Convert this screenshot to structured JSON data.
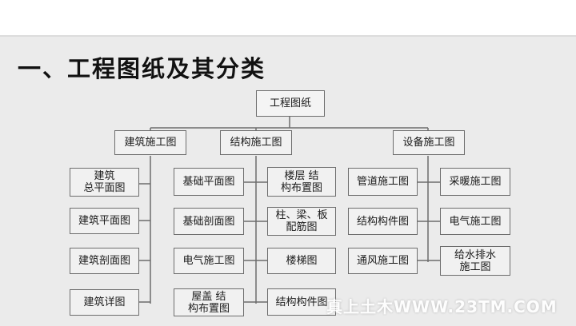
{
  "title": "一、工程图纸及其分类",
  "diagram": {
    "root": "工程图纸",
    "groups": [
      {
        "label": "建筑施工图",
        "children": [
          "建筑\n总平面图",
          "建筑平面图",
          "建筑剖面图",
          "建筑详图"
        ]
      },
      {
        "label": "结构施工图",
        "children_left": [
          "基础平面图",
          "基础剖面图",
          "电气施工图",
          "屋盖 结\n构布置图"
        ],
        "children_right": [
          "楼层 结\n构布置图",
          "柱、梁、板\n配筋图",
          "楼梯图",
          "结构构件图"
        ]
      },
      {
        "label": "设备施工图",
        "children_left": [
          "管道施工图",
          "结构构件图",
          "通风施工图"
        ],
        "children_right": [
          "采暖施工图",
          "电气施工图",
          "给水排水\n施工图"
        ]
      }
    ]
  },
  "watermark": "真上土木WWW.23TM.COM"
}
